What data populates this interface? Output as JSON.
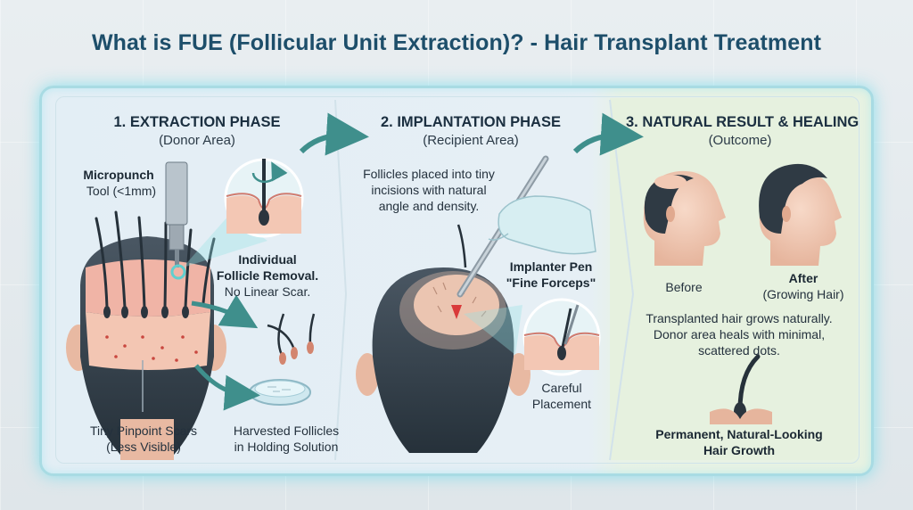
{
  "title": "What is FUE (Follicular Unit Extraction)? - Hair Transplant Treatment",
  "phase1": {
    "heading": "1. EXTRACTION PHASE",
    "subheading": "(Donor Area)",
    "tool_label_1": "Micropunch",
    "tool_label_2": "Tool (<1mm)",
    "removal_label_1": "Individual",
    "removal_label_2": "Follicle Removal.",
    "removal_label_3": "No Linear Scar.",
    "scars_label_1": "Tiny Pinpoint Scars",
    "scars_label_2": "(Less Visible)",
    "harvest_label_1": "Harvested Follicles",
    "harvest_label_2": "in Holding Solution"
  },
  "phase2": {
    "heading": "2. IMPLANTATION PHASE",
    "subheading": "(Recipient Area)",
    "desc_1": "Follicles placed into tiny",
    "desc_2": "incisions with natural",
    "desc_3": "angle and density.",
    "pen_label_1": "Implanter Pen",
    "pen_label_2": "\"Fine Forceps\"",
    "placement_1": "Careful",
    "placement_2": "Placement"
  },
  "phase3": {
    "heading": "3. NATURAL RESULT & HEALING",
    "subheading": "(Outcome)",
    "before": "Before",
    "after": "After",
    "after_sub": "(Growing Hair)",
    "desc_1": "Transplanted hair grows naturally.",
    "desc_2": "Donor area heals with minimal,",
    "desc_3": "scattered dots.",
    "footer_1": "Permanent, Natural-Looking",
    "footer_2": "Hair Growth"
  },
  "colors": {
    "title": "#1d4e6a",
    "arrow": "#3f8f8c",
    "skin": "#f2c9b4",
    "hair": "#2a3640",
    "glow": "#a8dbe3"
  }
}
